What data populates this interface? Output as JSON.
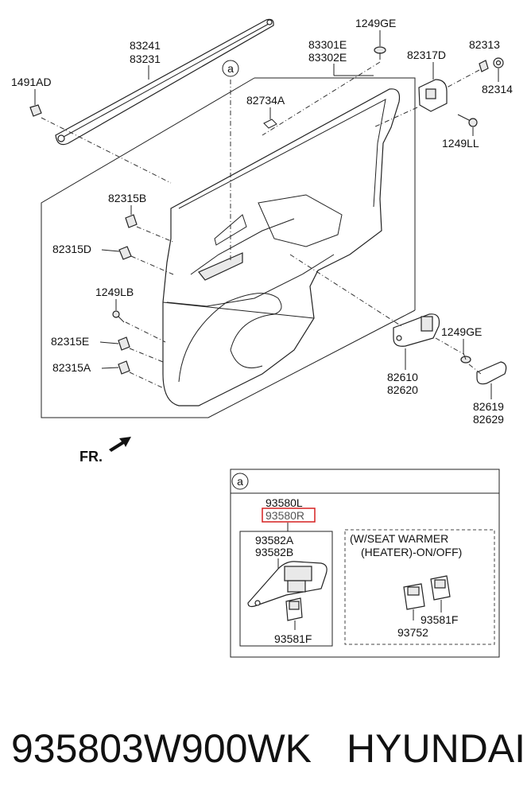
{
  "labels": {
    "l_83241": "83241",
    "l_83231": "83231",
    "l_1491AD": "1491AD",
    "l_1249GE_top": "1249GE",
    "l_83301E": "83301E",
    "l_83302E": "83302E",
    "l_82317D": "82317D",
    "l_82313": "82313",
    "l_82314": "82314",
    "l_82734A": "82734A",
    "l_1249LL": "1249LL",
    "l_82315B": "82315B",
    "l_82315D": "82315D",
    "l_1249LB": "1249LB",
    "l_82315E": "82315E",
    "l_82315A": "82315A",
    "l_1249GE_mid": "1249GE",
    "l_82610": "82610",
    "l_82620": "82620",
    "l_82619": "82619",
    "l_82629": "82629",
    "fr": "FR.",
    "callout_main": "a"
  },
  "detail": {
    "callout": "a",
    "l_93580L": "93580L",
    "l_93580R": "93580R",
    "l_93582A": "93582A",
    "l_93582B": "93582B",
    "l_93581F_left": "93581F",
    "seat_line1": "(W/SEAT WARMER",
    "seat_line2": "(HEATER)-ON/OFF)",
    "l_93581F_right": "93581F",
    "l_93752": "93752"
  },
  "caption": {
    "part_number": "935803W900WK",
    "brand": "HYUNDAI"
  },
  "colors": {
    "highlight_box": "#d62020",
    "lines": "#222222"
  }
}
